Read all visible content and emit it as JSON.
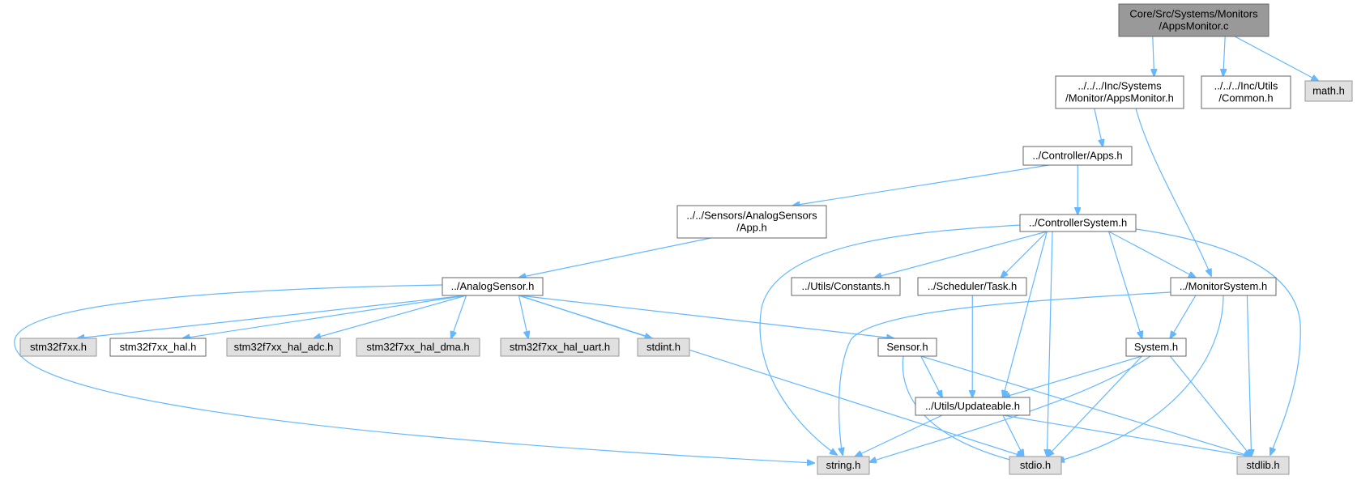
{
  "title": "",
  "colors": {
    "root_fill": "#999999",
    "root_stroke": "#666666",
    "doc_fill": "#ffffff",
    "doc_stroke": "#666666",
    "sys_fill": "#e0e0e0",
    "sys_stroke": "#999999",
    "edge": "#63b8ff"
  },
  "nodes": [
    {
      "id": "apps_monitor_c",
      "kind": "root",
      "lines": [
        "Core/Src/Systems/Monitors",
        "/AppsMonitor.c"
      ]
    },
    {
      "id": "apps_monitor_h",
      "kind": "doc",
      "lines": [
        "../../../Inc/Systems",
        "/Monitor/AppsMonitor.h"
      ]
    },
    {
      "id": "common_h",
      "kind": "doc",
      "lines": [
        "../../../Inc/Utils",
        "/Common.h"
      ]
    },
    {
      "id": "math_h",
      "kind": "sys",
      "lines": [
        "math.h"
      ]
    },
    {
      "id": "controller_apps_h",
      "kind": "doc",
      "lines": [
        "../Controller/Apps.h"
      ]
    },
    {
      "id": "sensors_app_h",
      "kind": "doc",
      "lines": [
        "../../Sensors/AnalogSensors",
        "/App.h"
      ]
    },
    {
      "id": "controller_system_h",
      "kind": "doc",
      "lines": [
        "../ControllerSystem.h"
      ]
    },
    {
      "id": "analog_sensor_h",
      "kind": "doc",
      "lines": [
        "../AnalogSensor.h"
      ]
    },
    {
      "id": "constants_h",
      "kind": "doc",
      "lines": [
        "../Utils/Constants.h"
      ]
    },
    {
      "id": "task_h",
      "kind": "doc",
      "lines": [
        "../Scheduler/Task.h"
      ]
    },
    {
      "id": "monitor_system_h",
      "kind": "doc",
      "lines": [
        "../MonitorSystem.h"
      ]
    },
    {
      "id": "stm32f7xx_h",
      "kind": "sys",
      "lines": [
        "stm32f7xx.h"
      ]
    },
    {
      "id": "stm32f7xx_hal_h",
      "kind": "doc",
      "lines": [
        "stm32f7xx_hal.h"
      ]
    },
    {
      "id": "stm32f7xx_hal_adc_h",
      "kind": "sys",
      "lines": [
        "stm32f7xx_hal_adc.h"
      ]
    },
    {
      "id": "stm32f7xx_hal_dma_h",
      "kind": "sys",
      "lines": [
        "stm32f7xx_hal_dma.h"
      ]
    },
    {
      "id": "stm32f7xx_hal_uart_h",
      "kind": "sys",
      "lines": [
        "stm32f7xx_hal_uart.h"
      ]
    },
    {
      "id": "stdint_h",
      "kind": "sys",
      "lines": [
        "stdint.h"
      ]
    },
    {
      "id": "sensor_h",
      "kind": "doc",
      "lines": [
        "Sensor.h"
      ]
    },
    {
      "id": "system_h",
      "kind": "doc",
      "lines": [
        "System.h"
      ]
    },
    {
      "id": "updateable_h",
      "kind": "doc",
      "lines": [
        "../Utils/Updateable.h"
      ]
    },
    {
      "id": "string_h",
      "kind": "sys",
      "lines": [
        "string.h"
      ]
    },
    {
      "id": "stdio_h",
      "kind": "sys",
      "lines": [
        "stdio.h"
      ]
    },
    {
      "id": "stdlib_h",
      "kind": "sys",
      "lines": [
        "stdlib.h"
      ]
    }
  ],
  "edges": [
    [
      "apps_monitor_c",
      "apps_monitor_h"
    ],
    [
      "apps_monitor_c",
      "common_h"
    ],
    [
      "apps_monitor_c",
      "math_h"
    ],
    [
      "apps_monitor_h",
      "controller_apps_h"
    ],
    [
      "apps_monitor_h",
      "monitor_system_h"
    ],
    [
      "controller_apps_h",
      "sensors_app_h"
    ],
    [
      "controller_apps_h",
      "controller_system_h"
    ],
    [
      "sensors_app_h",
      "analog_sensor_h"
    ],
    [
      "controller_system_h",
      "string_h"
    ],
    [
      "controller_system_h",
      "constants_h"
    ],
    [
      "controller_system_h",
      "task_h"
    ],
    [
      "controller_system_h",
      "monitor_system_h"
    ],
    [
      "controller_system_h",
      "system_h"
    ],
    [
      "controller_system_h",
      "updateable_h"
    ],
    [
      "controller_system_h",
      "stdio_h"
    ],
    [
      "controller_system_h",
      "stdlib_h"
    ],
    [
      "analog_sensor_h",
      "stm32f7xx_h"
    ],
    [
      "analog_sensor_h",
      "stm32f7xx_hal_h"
    ],
    [
      "analog_sensor_h",
      "stm32f7xx_hal_adc_h"
    ],
    [
      "analog_sensor_h",
      "stm32f7xx_hal_dma_h"
    ],
    [
      "analog_sensor_h",
      "stm32f7xx_hal_uart_h"
    ],
    [
      "analog_sensor_h",
      "stdint_h"
    ],
    [
      "analog_sensor_h",
      "sensor_h"
    ],
    [
      "analog_sensor_h",
      "string_h"
    ],
    [
      "analog_sensor_h",
      "stdio_h"
    ],
    [
      "task_h",
      "updateable_h"
    ],
    [
      "monitor_system_h",
      "string_h"
    ],
    [
      "monitor_system_h",
      "system_h"
    ],
    [
      "monitor_system_h",
      "stdio_h"
    ],
    [
      "monitor_system_h",
      "stdlib_h"
    ],
    [
      "sensor_h",
      "updateable_h"
    ],
    [
      "sensor_h",
      "stdio_h"
    ],
    [
      "sensor_h",
      "stdlib_h"
    ],
    [
      "system_h",
      "updateable_h"
    ],
    [
      "system_h",
      "string_h"
    ],
    [
      "system_h",
      "stdio_h"
    ],
    [
      "system_h",
      "stdlib_h"
    ],
    [
      "updateable_h",
      "string_h"
    ],
    [
      "updateable_h",
      "stdio_h"
    ],
    [
      "updateable_h",
      "stdlib_h"
    ]
  ]
}
